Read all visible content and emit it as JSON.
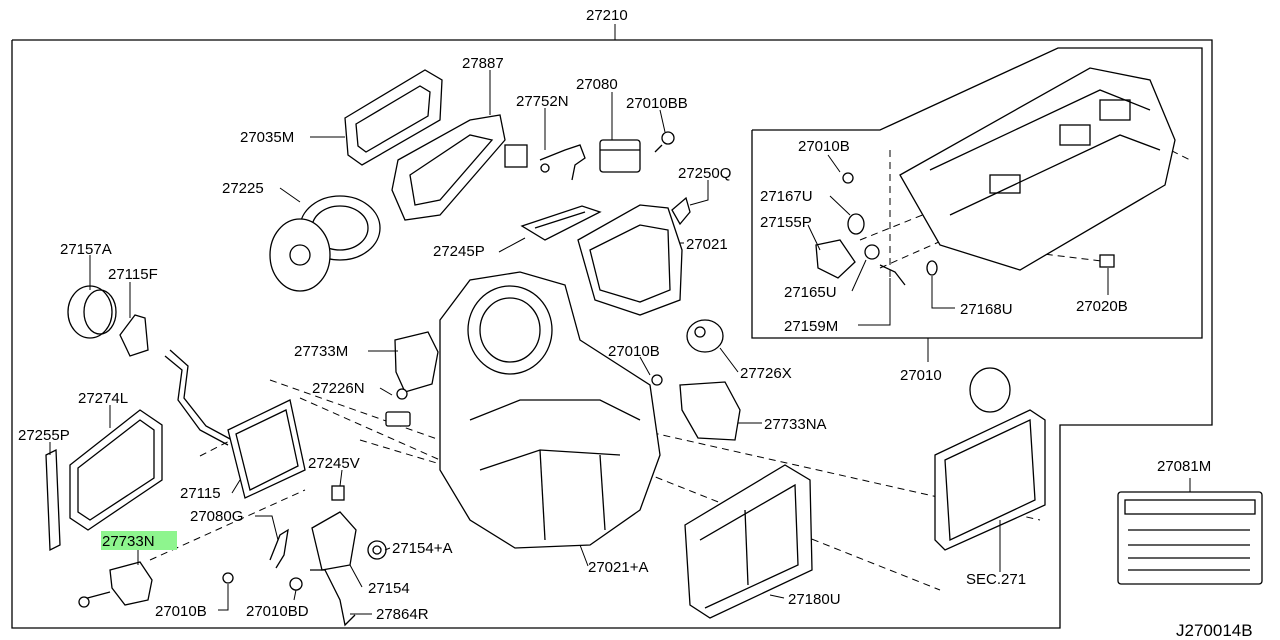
{
  "diagram": {
    "main_assembly": "27210",
    "drawing_number": "J270014B",
    "parts": {
      "p27887": "27887",
      "p27080": "27080",
      "p27752N": "27752N",
      "p27010BB": "27010BB",
      "p27035M": "27035M",
      "p27225": "27225",
      "p27250Q": "27250Q",
      "p27021": "27021",
      "p27245P": "27245P",
      "p27157A": "27157A",
      "p27115F": "27115F",
      "p27733M": "27733M",
      "p27010B_a": "27010B",
      "p27726X": "27726X",
      "p27226N": "27226N",
      "p27274L": "27274L",
      "p27733NA": "27733NA",
      "p27255P": "27255P",
      "p27245V": "27245V",
      "p27115": "27115",
      "p27080G": "27080G",
      "p27733N": "27733N",
      "p27154A": "27154+A",
      "p27021A": "27021+A",
      "p27154": "27154",
      "p27010B_b": "27010B",
      "p27010BD": "27010BD",
      "p27864R": "27864R",
      "p27180U": "27180U",
      "p27010": "27010",
      "p27081M": "27081M",
      "p27010B_c": "27010B",
      "p27167U": "27167U",
      "p27155P": "27155P",
      "p27165U": "27165U",
      "p27159M": "27159M",
      "p27168U": "27168U",
      "p27020B": "27020B",
      "pSEC271": "SEC.271"
    },
    "highlighted_part": "27733N",
    "highlight_color": "#8ef58e"
  }
}
